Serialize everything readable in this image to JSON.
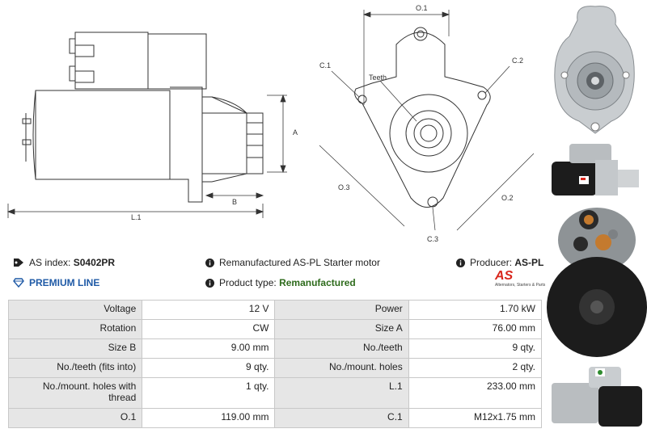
{
  "diagram_left": {
    "label_a": "A",
    "label_b": "B",
    "label_l1": "L.1"
  },
  "diagram_right": {
    "label_o1": "O.1",
    "label_c1": "C.1",
    "label_c2": "C.2",
    "label_c3": "C.3",
    "label_o2": "O.2",
    "label_o3": "O.3",
    "label_teeth": "Teeth"
  },
  "info": {
    "as_index_label": "AS index:",
    "as_index_value": "S0402PR",
    "description": "Remanufactured AS-PL Starter motor",
    "producer_label": "Producer:",
    "producer_value": "AS-PL",
    "premium_line": "PREMIUM LINE",
    "product_type_label": "Product type:",
    "product_type_value": "Remanufactured",
    "logo_text": "AS",
    "logo_tagline": "Alternators, Starters & Parts"
  },
  "specs": {
    "rows": [
      {
        "l1": "Voltage",
        "v1": "12 V",
        "l2": "Power",
        "v2": "1.70 kW"
      },
      {
        "l1": "Rotation",
        "v1": "CW",
        "l2": "Size A",
        "v2": "76.00 mm"
      },
      {
        "l1": "Size B",
        "v1": "9.00 mm",
        "l2": "No./teeth",
        "v2": "9 qty."
      },
      {
        "l1": "No./teeth (fits into)",
        "v1": "9 qty.",
        "l2": "No./mount. holes",
        "v2": "2 qty."
      },
      {
        "l1": "No./mount. holes with thread",
        "v1": "1 qty.",
        "l2": "L.1",
        "v2": "233.00 mm"
      },
      {
        "l1": "O.1",
        "v1": "119.00 mm",
        "l2": "C.1",
        "v2": "M12x1.75 mm"
      }
    ]
  },
  "colors": {
    "accent_red": "#d9261c",
    "premium_blue": "#1f5aa6",
    "product_type_green": "#2e6b1c",
    "table_label_bg": "#e6e6e6"
  }
}
